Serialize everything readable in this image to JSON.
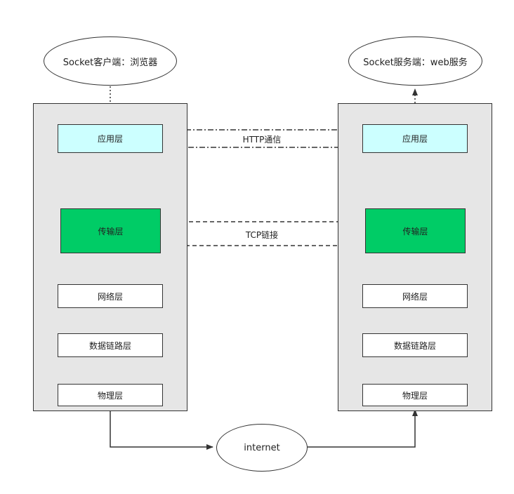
{
  "client": {
    "title": "Socket客户端：浏览器",
    "layers": [
      "应用层",
      "传输层",
      "网络层",
      "数据链路层",
      "物理层"
    ]
  },
  "server": {
    "title": "Socket服务端：web服务",
    "layers": [
      "应用层",
      "传输层",
      "网络层",
      "数据链路层",
      "物理层"
    ]
  },
  "network": {
    "label": "internet"
  },
  "connections": {
    "application": "HTTP通信",
    "transport": "TCP链接"
  },
  "colors": {
    "panel": "#e6e6e6",
    "application_layer": "#ccffff",
    "transport_layer": "#00cc66",
    "other_layer": "#ffffff",
    "line": "#333333"
  }
}
